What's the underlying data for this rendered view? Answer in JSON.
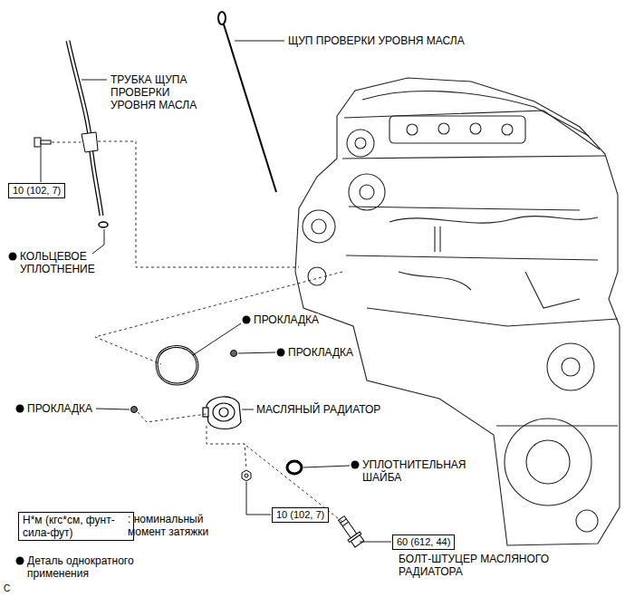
{
  "diagram": {
    "nodes": [
      {
        "text": [
          "10 (102, 7)"
        ]
      },
      {
        "text": [
          "10 (102, 7)"
        ]
      },
      {
        "text": [
          "Н*м (кгс*см, фунт-сила-фут)"
        ]
      },
      {
        "text": [
          "60 (612, 44)"
        ]
      }
    ],
    "labels": [
      "ЩУП ПРОВЕРКИ УРОВНЯ МАСЛА",
      "ТРУБКА ЩУПА ПРОВЕРКИ УРОВНЯ МАСЛА",
      "КОЛЬЦЕВОЕ УПЛОТНЕНИЕ",
      "ПРОКЛАДКА",
      "ПРОКЛАДКА",
      "ПРОКЛАДКА",
      "МАСЛЯНЫЙ РАДИАТОР",
      "УПЛОТНИТЕЛЬНАЯ ШАЙБА",
      "БОЛТ-ШТУЦЕР МАСЛЯНОГО РАДИАТОРА",
      "C"
    ],
    "legend": [
      {
        "text": ": номинальный момент затяжки"
      },
      {
        "text": "Деталь однократного применения"
      }
    ]
  }
}
